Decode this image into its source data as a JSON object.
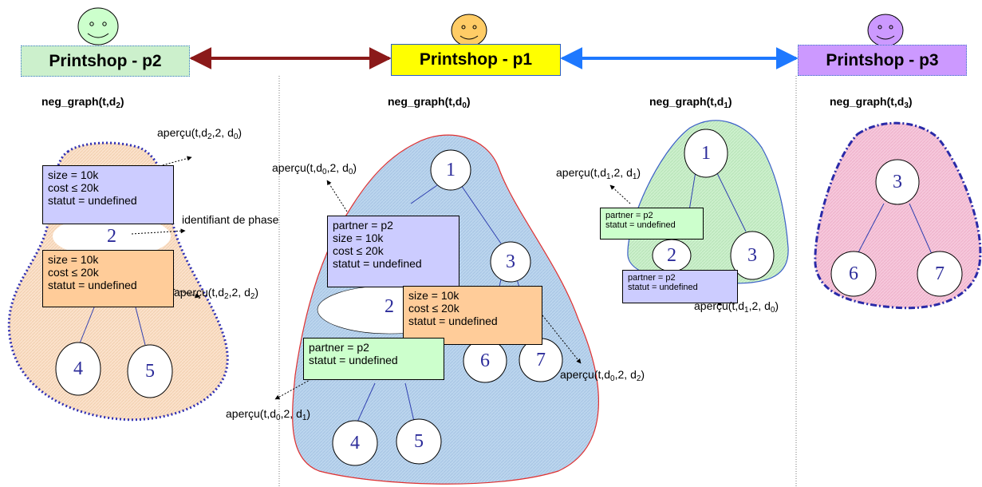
{
  "colors": {
    "p2_box": "#ccf0cc",
    "p1_box": "#ffff00",
    "p3_box": "#cc99ff",
    "arrow_left": "#8b1a1a",
    "arrow_right": "#1e78ff",
    "blue_box": "#ccccff",
    "orange_box": "#ffcc99",
    "green_box": "#ccffcc",
    "node_text": "#2c2c9a"
  },
  "shops": {
    "p2": "Printshop - p2",
    "p1": "Printshop - p1",
    "p3": "Printshop - p3"
  },
  "graphs": {
    "d2": {
      "label_main": "neg_graph(t,d",
      "label_sub": "2",
      "label_end": ")"
    },
    "d0": {
      "label_main": "neg_graph(t,d",
      "label_sub": "0",
      "label_end": ")"
    },
    "d1": {
      "label_main": "neg_graph(t,d",
      "label_sub": "1",
      "label_end": ")"
    },
    "d3": {
      "label_main": "neg_graph(t,d",
      "label_sub": "3",
      "label_end": ")"
    }
  },
  "nodes": {
    "g2": [
      "2",
      "4",
      "5"
    ],
    "g0": [
      "1",
      "3",
      "2",
      "6",
      "7",
      "4",
      "5"
    ],
    "g1": [
      "1",
      "2",
      "3"
    ],
    "g3": [
      "3",
      "6",
      "7"
    ]
  },
  "boxes": {
    "g2_top": [
      "size = 10k",
      "cost ≤ 20k",
      "statut = undefined"
    ],
    "g2_bottom": [
      "size = 10k",
      "cost ≤ 20k",
      "statut = undefined"
    ],
    "g0_blue": [
      "partner = p2",
      "size = 10k",
      "cost ≤ 20k",
      "statut = undefined"
    ],
    "g0_orange": [
      "size = 10k",
      "cost ≤ 20k",
      "statut = undefined"
    ],
    "g0_green": [
      "partner = p2",
      "statut = undefined"
    ],
    "g1_green": [
      "partner = p2",
      "statut = undefined"
    ],
    "g1_blue": [
      "partner = p2",
      "statut = undefined"
    ]
  },
  "annotations": {
    "phase_id": "identifiant de phase",
    "ap_g2_top": {
      "a": "aperçu(t,d",
      "s1": "2",
      "b": ",2, d",
      "s2": "0",
      "c": ")"
    },
    "ap_g2_bot": {
      "a": "aperçu(t,d",
      "s1": "2",
      "b": ",2, d",
      "s2": "2",
      "c": ")"
    },
    "ap_g0_top": {
      "a": "aperçu(t,d",
      "s1": "0",
      "b": ",2, d",
      "s2": "0",
      "c": ")"
    },
    "ap_g0_right": {
      "a": "aperçu(t,d",
      "s1": "0",
      "b": ",2, d",
      "s2": "2",
      "c": ")"
    },
    "ap_g0_left": {
      "a": "aperçu(t,d",
      "s1": "0",
      "b": ",2, d",
      "s2": "1",
      "c": ")"
    },
    "ap_g1_top": {
      "a": "aperçu(t,d",
      "s1": "1",
      "b": ",2, d",
      "s2": "1",
      "c": ")"
    },
    "ap_g1_bot": {
      "a": "aperçu(t,d",
      "s1": "1",
      "b": ",2, d",
      "s2": "0",
      "c": ")"
    }
  }
}
